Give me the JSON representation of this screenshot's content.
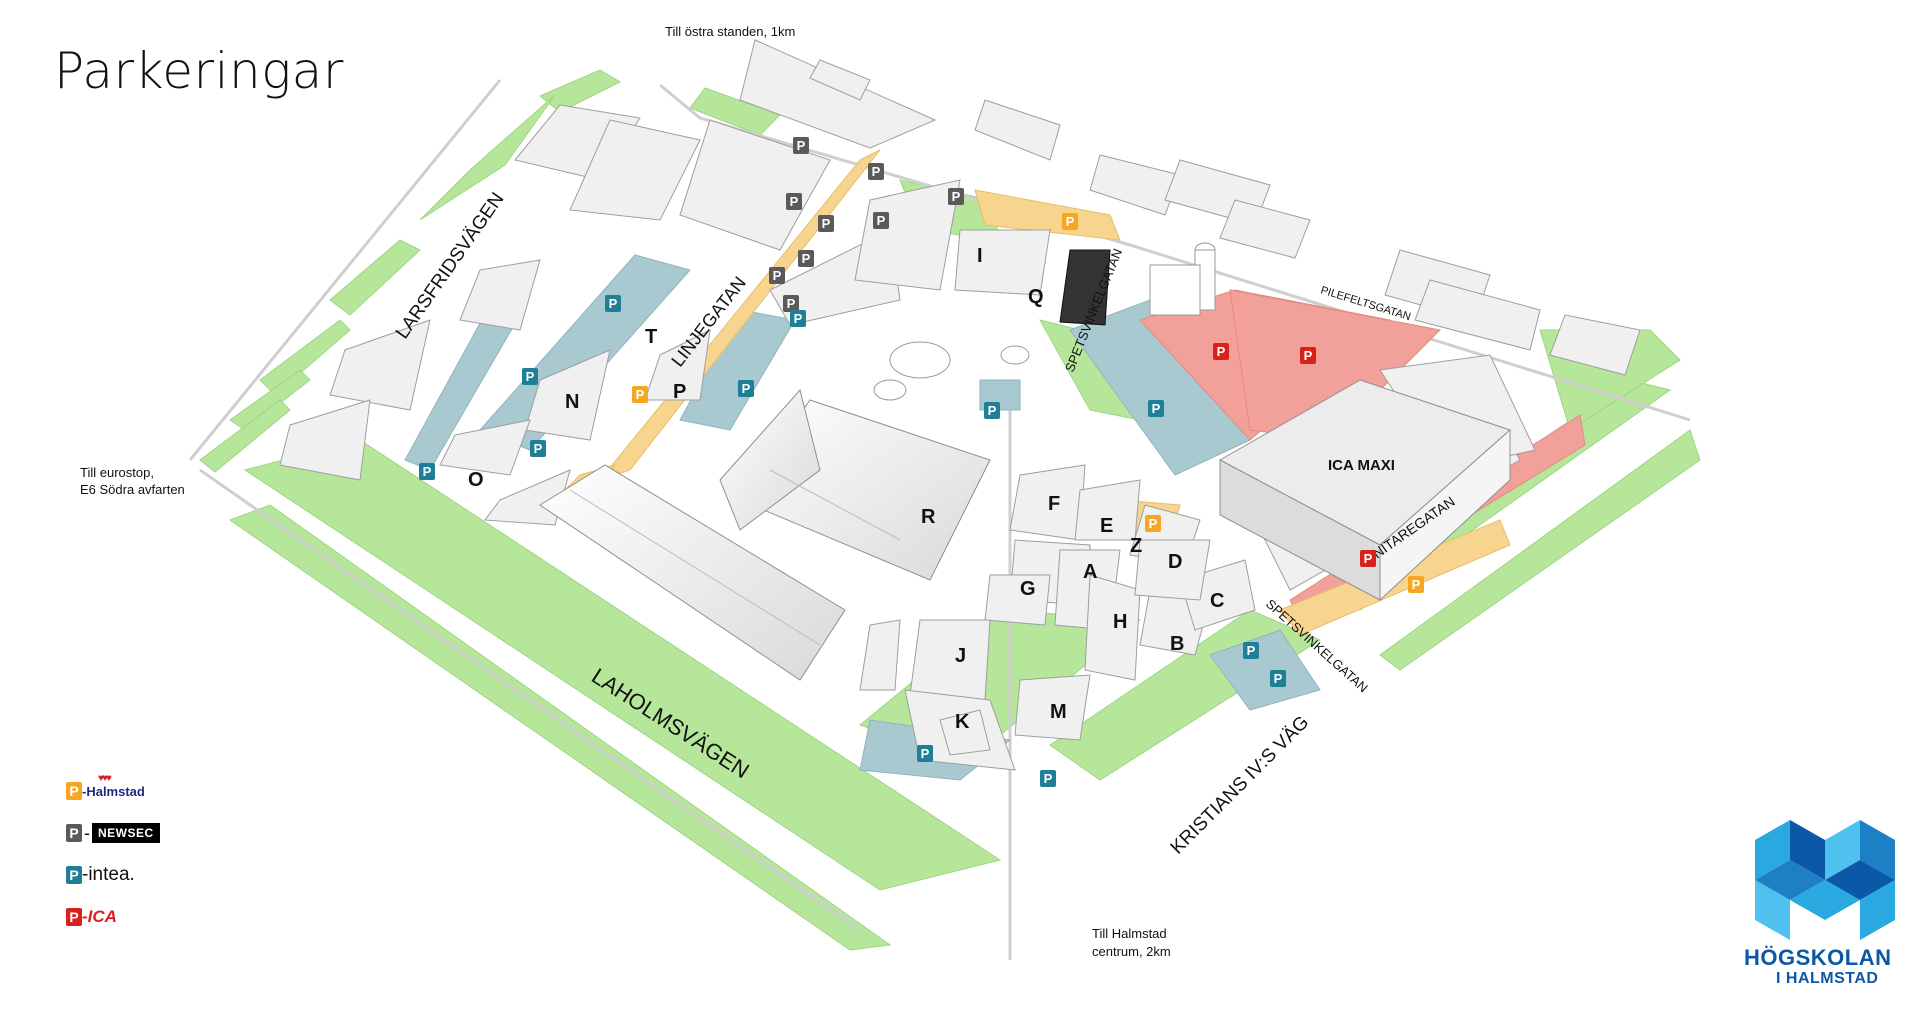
{
  "title": "Parkeringar",
  "directions": {
    "north": "Till östra standen, 1km",
    "west_line1": "Till eurostop,",
    "west_line2": "E6 Södra avfarten",
    "south_line1": "Till Halmstad",
    "south_line2": "centrum, 2km"
  },
  "streets": {
    "larsfridsvagen": "LARSFRIDSVÄGEN",
    "linjegatan": "LINJEGATAN",
    "laholmsvagen": "LAHOLMSVÄGEN",
    "spetsvinkelgatan_north": "SPETSVINKELGATAN",
    "spetsvinkelgatan_south": "SPETSVINKELGATAN",
    "pilefeltsgatan": "PILEFELTSGATAN",
    "nitaregatan": "NITAREGATAN",
    "kristians": "KRISTIANS IV:S VÄG"
  },
  "buildings": {
    "A": "A",
    "B": "B",
    "C": "C",
    "D": "D",
    "E": "E",
    "F": "F",
    "G": "G",
    "H": "H",
    "I": "I",
    "J": "J",
    "K": "K",
    "M": "M",
    "N": "N",
    "O": "O",
    "P": "P",
    "Q": "Q",
    "R": "R",
    "T": "T",
    "Z": "Z",
    "ica_maxi": "ICA MAXI"
  },
  "parking_marker_letter": "P",
  "legend": {
    "halmstad": "-Halmstad",
    "newsec": "NEWSEC",
    "intea": "-intea.",
    "ica": "-ICA",
    "dash": "-"
  },
  "logo": {
    "line1": "HÖGSKOLAN",
    "line2": "I HALMSTAD"
  },
  "colors": {
    "halmstad_parking": "#f5a623",
    "newsec_parking": "#5a5a5a",
    "intea_parking": "#1f7f97",
    "ica_parking": "#d9211c",
    "grass": "#b6e69a",
    "intea_area": "#a9c9d1",
    "ica_area": "#f2a09a",
    "halmstad_area": "#f7d58f",
    "building": "#f0f0f0",
    "logo_blue": "#0b58a6"
  }
}
